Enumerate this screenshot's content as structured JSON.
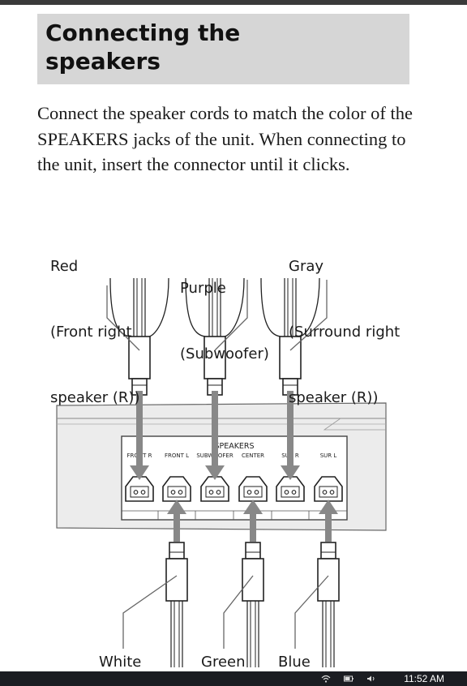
{
  "heading": {
    "line1": "Connecting the",
    "line2": "speakers"
  },
  "intro": "Connect the speaker cords to match the color of the SPEAKERS jacks of the unit. When connecting to the unit, insert the connector until it clicks.",
  "diagram": {
    "top_labels": {
      "red": [
        "Red",
        "(Front right",
        "speaker (R))"
      ],
      "purple": [
        "Purple",
        "(Subwoofer)"
      ],
      "gray": [
        "Gray",
        "(Surround right",
        "speaker (R))"
      ]
    },
    "bottom_labels": {
      "white": "White",
      "green": "Green",
      "blue": "Blue"
    },
    "panel": {
      "title": "SPEAKERS",
      "jacks": [
        "FRONT R",
        "FRONT L",
        "SUBWOOFER",
        "CENTER",
        "SUR R",
        "SUR L"
      ]
    }
  },
  "taskbar": {
    "time": "11:52 AM"
  }
}
